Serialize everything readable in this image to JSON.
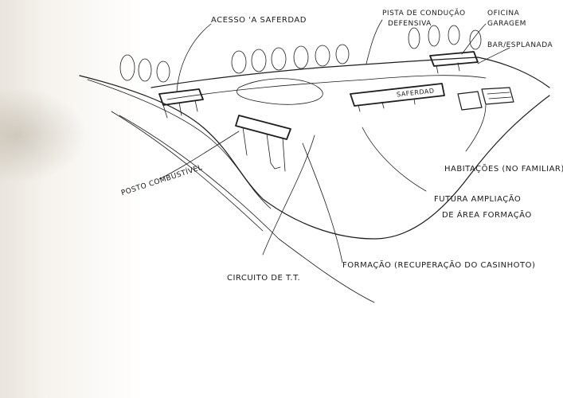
{
  "labels": {
    "acesso": "ACESSO 'A SAFERDAD",
    "pista_line1": "PISTA DE CONDUÇÃO",
    "pista_line2": "DEFENSIVA",
    "oficina_line1": "OFICINA",
    "oficina_line2": "GARAGEM",
    "bar": "BAR/ESPLANADA",
    "posto": "POSTO COMBUSTÍVEL",
    "habitacoes": "HABITAÇÕES (NO FAMILIAR)",
    "futura_line1": "FUTURA AMPLIAÇÃO",
    "futura_line2": "DE ÁREA FORMAÇÃO",
    "formacao": "FORMAÇÃO (RECUPERAÇÃO DO CASINHOTO)",
    "circuito": "CIRCUITO DE T.T.",
    "building_sign": "SAFERDAD"
  }
}
